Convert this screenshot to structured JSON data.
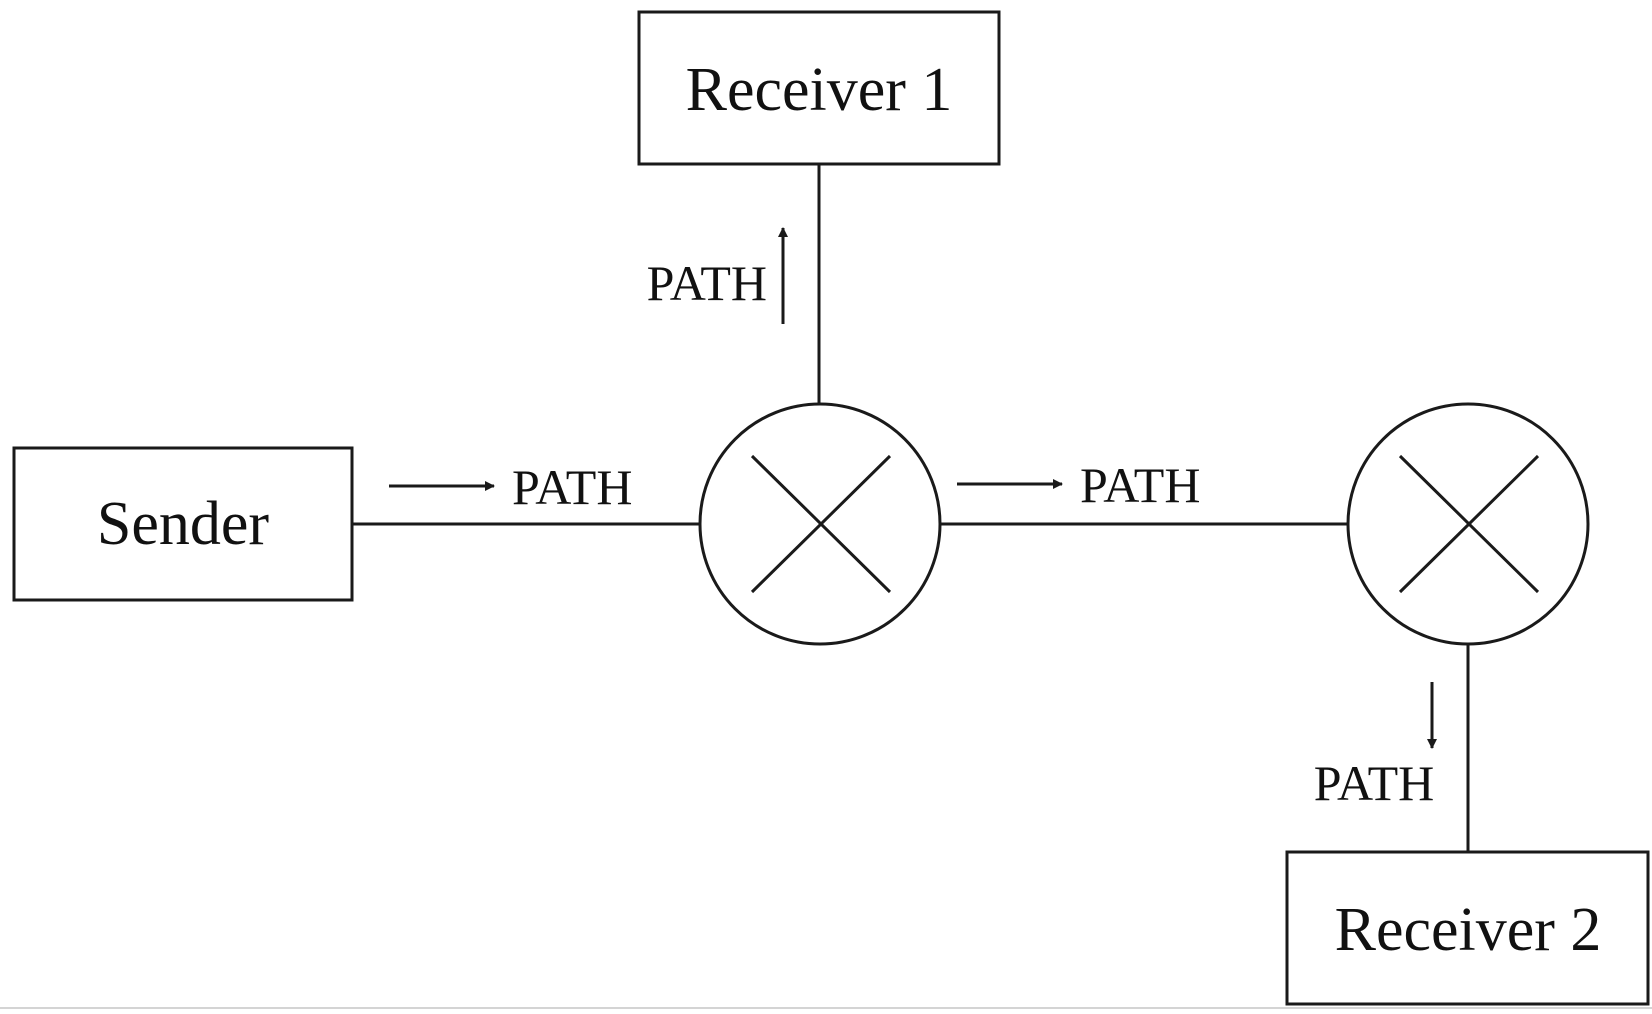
{
  "nodes": {
    "sender": "Sender",
    "receiver1": "Receiver 1",
    "receiver2": "Receiver 2"
  },
  "routers": [
    "router",
    "router"
  ],
  "messages": {
    "sender_to_router1": {
      "label": "PATH",
      "direction": "right"
    },
    "router1_to_receiver1": {
      "label": "PATH",
      "direction": "up"
    },
    "router1_to_router2": {
      "label": "PATH",
      "direction": "right"
    },
    "router2_to_receiver2": {
      "label": "PATH",
      "direction": "down"
    }
  },
  "colors": {
    "stroke": "#1a1a1a",
    "background": "#ffffff"
  }
}
